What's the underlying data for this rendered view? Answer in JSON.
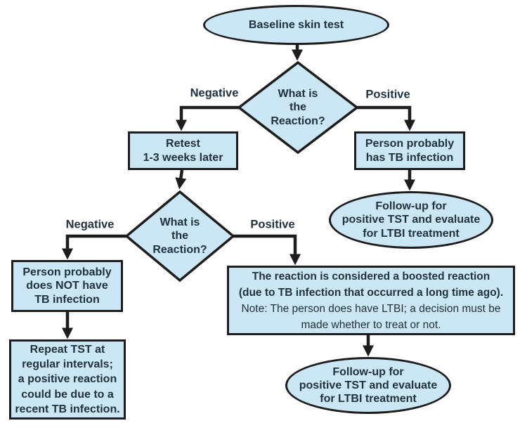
{
  "diagram": {
    "colors": {
      "node_fill": "#cbe7f5",
      "line_color": "#1d1d1d",
      "text_color": "#203140",
      "background": "#ffffff"
    },
    "nodes": {
      "start": {
        "shape": "ellipse",
        "label": "Baseline skin test"
      },
      "decision1": {
        "shape": "diamond",
        "label": "What is\nthe\nReaction?"
      },
      "retest": {
        "shape": "rect",
        "label": "Retest\n1-3 weeks later"
      },
      "tb_infection": {
        "shape": "rect",
        "label": "Person probably\nhas TB infection"
      },
      "followup_top": {
        "shape": "ellipse",
        "label": "Follow-up for\npositive TST and evaluate\nfor LTBI treatment"
      },
      "decision2": {
        "shape": "diamond",
        "label": "What is\nthe\nReaction?"
      },
      "no_tb": {
        "shape": "rect",
        "label": "Person probably\ndoes NOT have\nTB infection"
      },
      "repeat_tst": {
        "shape": "rect",
        "label": "Repeat TST at\nregular intervals;\na positive reaction\ncould be due to a\nrecent TB infection."
      },
      "boosted": {
        "shape": "rect",
        "bold_label": "The reaction is considered a boosted reaction\n(due to TB infection that occurred a long time ago).",
        "note_label": "Note: The person does have LTBI; a decision must be\nmade whether to treat or not."
      },
      "followup_bottom": {
        "shape": "ellipse",
        "label": "Follow-up for\npositive TST and evaluate\nfor LTBI treatment"
      }
    },
    "edge_labels": {
      "negative1": "Negative",
      "positive1": "Positive",
      "negative2": "Negative",
      "positive2": "Positive"
    }
  }
}
